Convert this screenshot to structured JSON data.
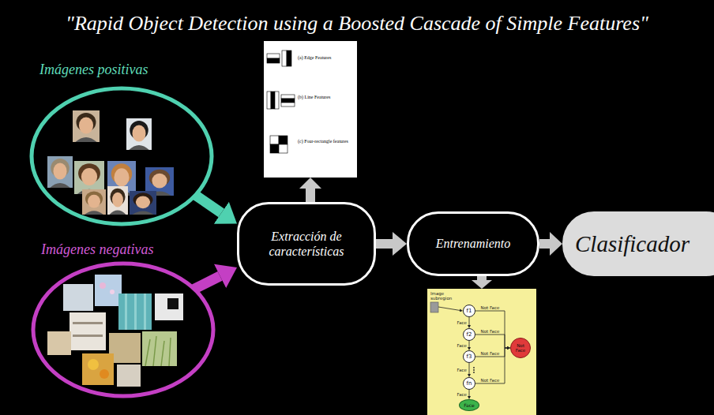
{
  "diagram": {
    "title": "\"Rapid Object Detection using a Boosted Cascade of Simple Features\"",
    "nodes": [
      {
        "text": [
          "Imágenes positivas"
        ]
      },
      {
        "text": [
          "Imágenes negativas"
        ]
      },
      {
        "text": [
          "Extracción de características"
        ]
      },
      {
        "text": [
          "(a) Edge Features",
          "(b) Line Features",
          "(c) Four-rectangle features"
        ]
      },
      {
        "text": [
          "Entrenamiento"
        ]
      },
      {
        "text": [
          "Clasificador"
        ]
      },
      {
        "text": [
          "Image subregion"
        ]
      },
      {
        "text": [
          "f1"
        ],
        "in": 6
      },
      {
        "text": [
          "f2"
        ],
        "in": 6
      },
      {
        "text": [
          "f3"
        ],
        "in": 6
      },
      {
        "text": [
          "fn"
        ],
        "in": 6
      },
      {
        "text": [
          "Not Face"
        ],
        "in": 6
      },
      {
        "text": [
          "Face"
        ],
        "in": 6
      }
    ],
    "edges": [
      {
        "from": 0,
        "to": 2,
        "arrow": "to"
      },
      {
        "from": 1,
        "to": 2,
        "arrow": "to"
      },
      {
        "from": 2,
        "to": 3,
        "arrow": "to"
      },
      {
        "from": 2,
        "to": 4,
        "arrow": "to"
      },
      {
        "from": 4,
        "to": 5,
        "arrow": "to"
      },
      {
        "from": 4,
        "to": 6,
        "arrow": "to"
      },
      {
        "from": 7,
        "to": 8,
        "label": "Face",
        "arrow": "to"
      },
      {
        "from": 8,
        "to": 9,
        "label": "Face",
        "arrow": "to"
      },
      {
        "from": 9,
        "to": 10,
        "label": "Face",
        "arrow": "to"
      },
      {
        "from": 10,
        "to": 12,
        "label": "Face",
        "arrow": "to"
      },
      {
        "from": 7,
        "to": 11,
        "label": "Not Face",
        "arrow": "to"
      },
      {
        "from": 8,
        "to": 11,
        "label": "Not Face",
        "arrow": "to"
      },
      {
        "from": 9,
        "to": 11,
        "label": "Not Face",
        "arrow": "to"
      },
      {
        "from": 10,
        "to": 11,
        "label": "Not Face",
        "arrow": "to"
      }
    ]
  }
}
